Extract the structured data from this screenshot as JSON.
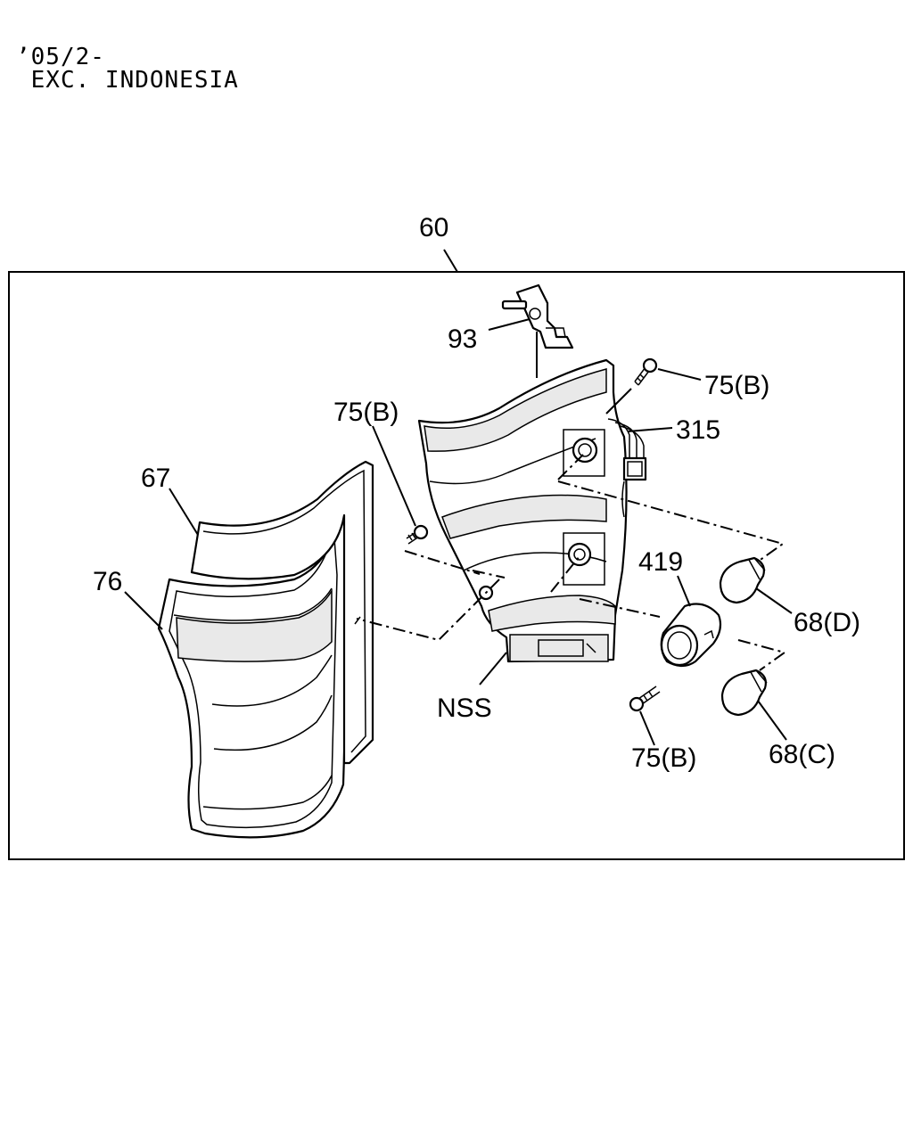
{
  "applicability": {
    "line1": "’05/2-",
    "line2": " EXC. INDONESIA"
  },
  "callouts": {
    "assembly": "60",
    "bracket": "93",
    "screw_top_right": "75(B)",
    "screw_left": "75(B)",
    "harness": "315",
    "gasket": "67",
    "lens": "76",
    "socket": "419",
    "bulb_upper": "68(D)",
    "bulb_lower": "68(C)",
    "housing": "NSS",
    "screw_bottom": "75(B)"
  },
  "colors": {
    "line": "#000000",
    "background": "#ffffff"
  }
}
